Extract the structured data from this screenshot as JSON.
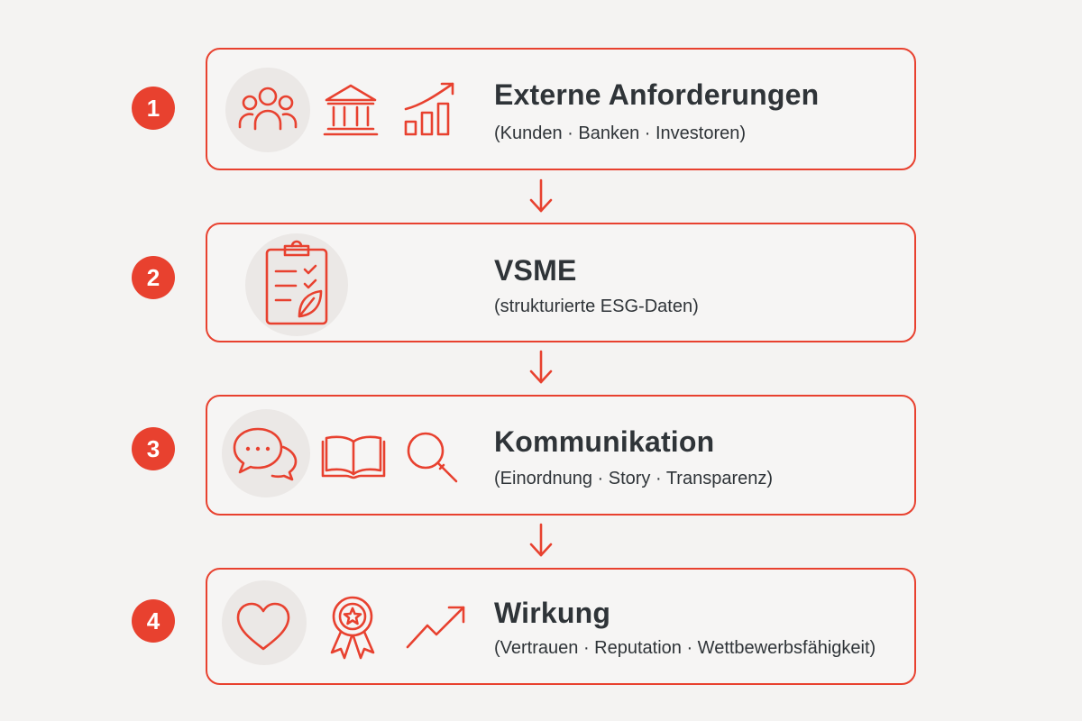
{
  "accent_color": "#e8412f",
  "steps": [
    {
      "number": "1",
      "title": "Externe Anforderungen",
      "subtitle": "(Kunden · Banken · Investoren)",
      "icons": [
        "people-group-icon",
        "bank-icon",
        "growth-bar-chart-icon"
      ]
    },
    {
      "number": "2",
      "title": "VSME",
      "subtitle": "(strukturierte ESG-Daten)",
      "icons": [
        "clipboard-checklist-leaf-icon"
      ]
    },
    {
      "number": "3",
      "title": "Kommunikation",
      "subtitle": "(Einordnung · Story · Transparenz)",
      "icons": [
        "chat-bubbles-icon",
        "open-book-icon",
        "magnifier-icon"
      ]
    },
    {
      "number": "4",
      "title": "Wirkung",
      "subtitle": "(Vertrauen · Reputation · Wettbewerbsfähigkeit)",
      "icons": [
        "heart-icon",
        "award-ribbon-icon",
        "trend-up-arrow-icon"
      ]
    }
  ]
}
